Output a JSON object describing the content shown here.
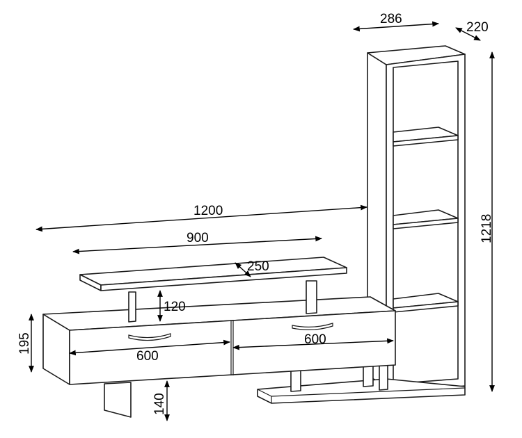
{
  "dimensions": {
    "tower_width": "286",
    "tower_depth": "220",
    "tower_height": "1218",
    "total_width": "1200",
    "top_shelf_width": "900",
    "top_shelf_depth": "250",
    "top_shelf_gap": "120",
    "body_height": "195",
    "drawer_right_width": "600",
    "drawer_left_width": "600",
    "leg_height": "140"
  }
}
